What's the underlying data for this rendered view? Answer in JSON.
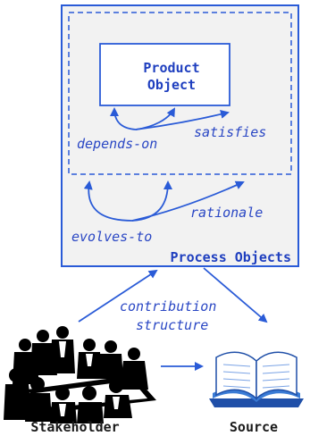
{
  "colors": {
    "line": "#2a5bd7",
    "text_blue": "#2a47c4",
    "box_fill": "#f2f2f2",
    "stakeholder_ink": "#000000",
    "book_blue": "#3a7bd5"
  },
  "nodes": {
    "product_object": {
      "line1": "Product",
      "line2": "Object"
    },
    "process_objects": "Process Objects",
    "stakeholder": "Stakeholder",
    "source": "Source"
  },
  "edges": {
    "depends_on": "depends-on",
    "satisfies": "satisfies",
    "evolves_to": "evolves-to",
    "rationale": "rationale",
    "contribution_line1": "contribution",
    "contribution_line2": "structure"
  },
  "icons": {
    "stakeholder_picture": "people-meeting-icon",
    "source_picture": "open-book-icon"
  }
}
